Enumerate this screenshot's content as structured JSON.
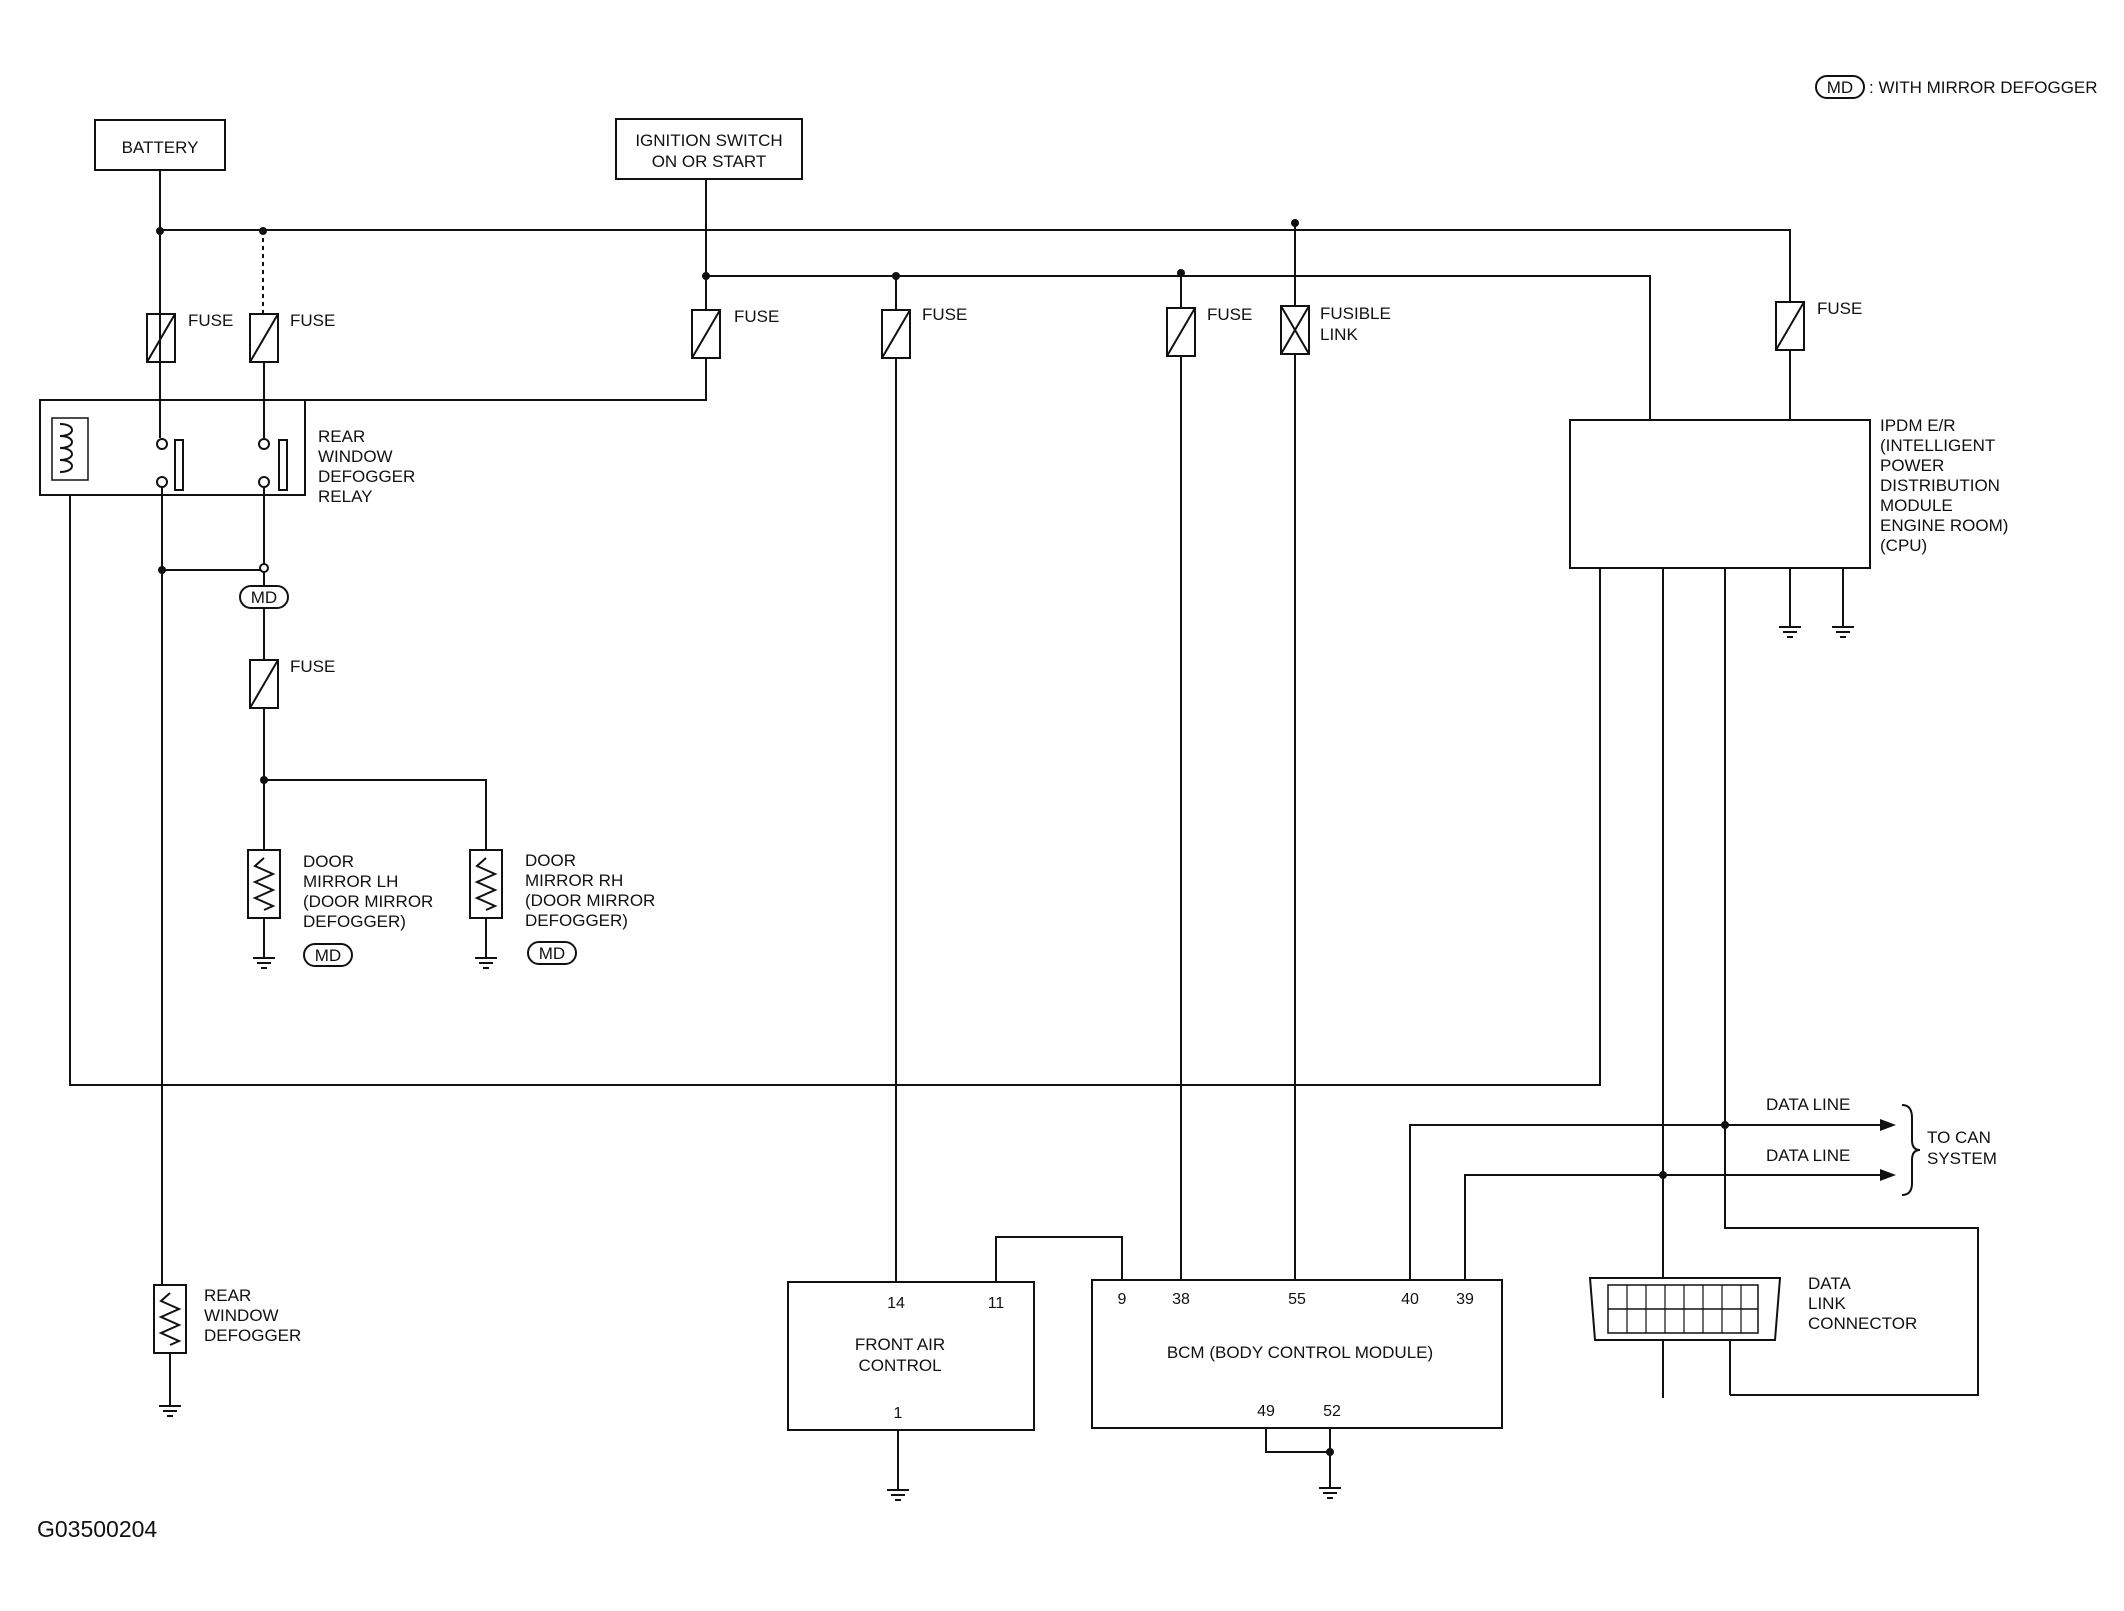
{
  "legend": {
    "badge": "MD",
    "text": ": WITH MIRROR DEFOGGER"
  },
  "components": {
    "battery": "BATTERY",
    "ignition": [
      "IGNITION SWITCH",
      "ON OR START"
    ],
    "fuse": "FUSE",
    "fusible_link": [
      "FUSIBLE",
      "LINK"
    ],
    "relay": [
      "REAR",
      "WINDOW",
      "DEFOGGER",
      "RELAY"
    ],
    "ipdm": [
      "IPDM E/R",
      "(INTELLIGENT",
      "POWER",
      "DISTRIBUTION",
      "MODULE",
      "ENGINE ROOM)",
      "(CPU)"
    ],
    "md_badge": "MD",
    "door_mirror_lh": [
      "DOOR",
      "MIRROR LH",
      "(DOOR MIRROR",
      "DEFOGGER)"
    ],
    "door_mirror_rh": [
      "DOOR",
      "MIRROR RH",
      "(DOOR MIRROR",
      "DEFOGGER)"
    ],
    "rear_defogger": [
      "REAR",
      "WINDOW",
      "DEFOGGER"
    ],
    "front_air_control": [
      "FRONT AIR",
      "CONTROL"
    ],
    "bcm": "BCM (BODY CONTROL MODULE)",
    "data_line": "DATA LINE",
    "to_can": [
      "TO CAN",
      "SYSTEM"
    ],
    "data_link_connector": [
      "DATA",
      "LINK",
      "CONNECTOR"
    ]
  },
  "pins": {
    "front_air": {
      "p14": "14",
      "p11": "11",
      "p1": "1"
    },
    "bcm": {
      "p9": "9",
      "p38": "38",
      "p55": "55",
      "p40": "40",
      "p39": "39",
      "p49": "49",
      "p52": "52"
    }
  },
  "figure_code": "G03500204"
}
